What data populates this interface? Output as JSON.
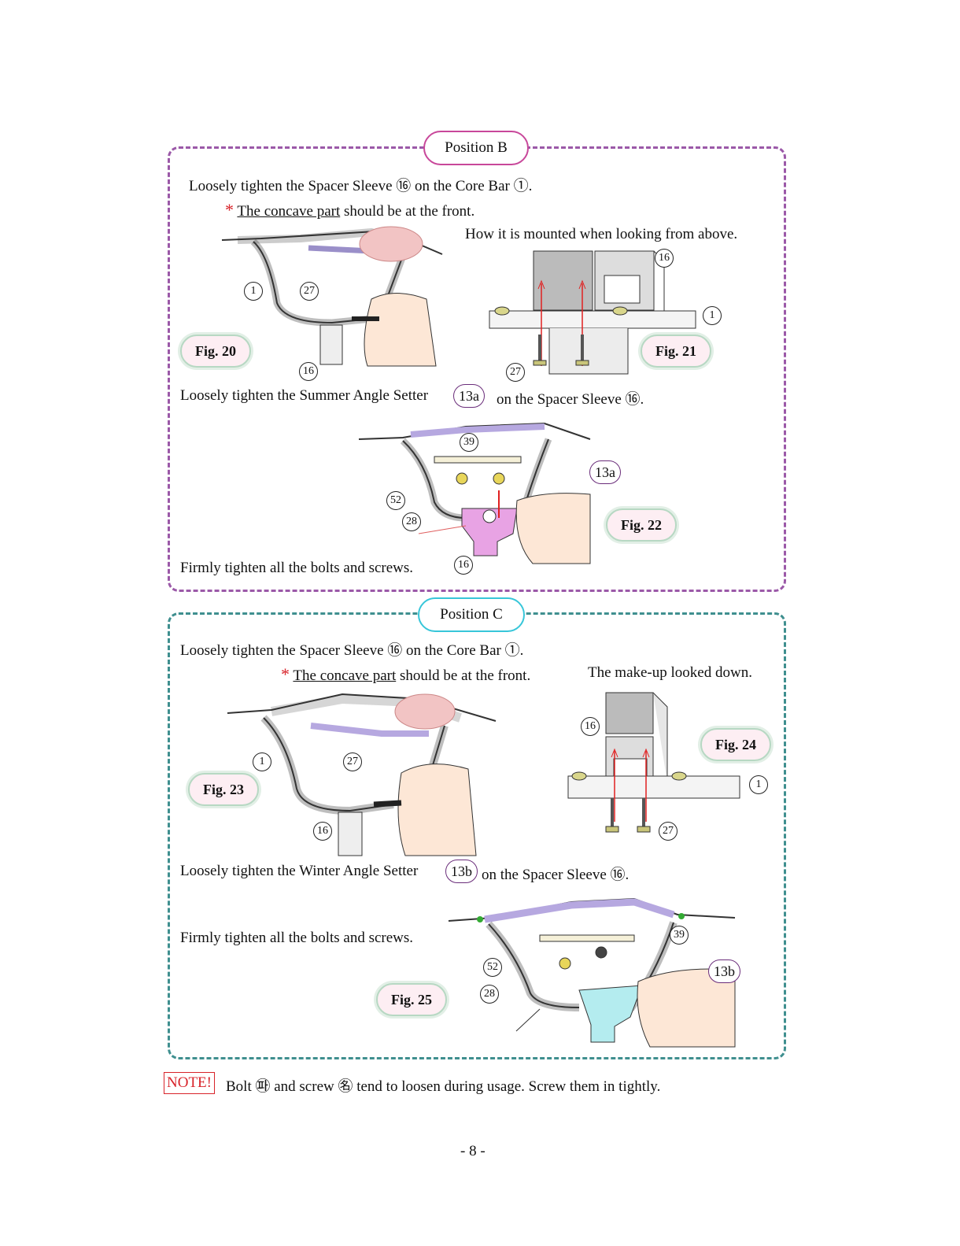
{
  "position_b": {
    "title": "Position B",
    "step1": "Loosely tighten the Spacer Sleeve ⑯ on the Core Bar ①.",
    "asterisk": "*",
    "concave": "The concave part",
    "concave_rest": " should be at the front.",
    "view_caption": "How it is mounted when looking from above.",
    "fig20": "Fig. 20",
    "fig21": "Fig. 21",
    "step2_a": "Loosely tighten the Summer Angle Setter",
    "step2_part": "13a",
    "step2_b": "on the Spacer Sleeve ⑯.",
    "fig22": "Fig. 22",
    "step3": "Firmly tighten all the bolts and screws.",
    "labels": {
      "l1": "1",
      "l27": "27",
      "l16": "16",
      "l39": "39",
      "l52": "52",
      "l28": "28",
      "l13a": "13a"
    }
  },
  "position_c": {
    "title": "Position C",
    "step1": "Loosely tighten the Spacer Sleeve ⑯ on the Core Bar ①.",
    "asterisk": "*",
    "concave": "The concave part",
    "concave_rest": " should be at the front.",
    "view_caption": "The make-up looked down.",
    "fig23": "Fig. 23",
    "fig24": "Fig. 24",
    "step2_a": "Loosely tighten the Winter Angle Setter",
    "step2_part": "13b",
    "step2_b": "on the Spacer Sleeve ⑯.",
    "step3": "Firmly tighten all the bolts and screws.",
    "fig25": "Fig. 25",
    "labels": {
      "l1": "1",
      "l27": "27",
      "l16": "16",
      "l39": "39",
      "l52": "52",
      "l28": "28",
      "l13b": "13b"
    }
  },
  "note": {
    "badge": "NOTE!",
    "text": "Bolt ㉺ and screw ㊔ tend to loosen during usage. Screw them in tightly."
  },
  "page_number": "- 8 -",
  "colors": {
    "position_b_border": "#9b59a8",
    "position_c_border": "#3f8f8f",
    "note_red": "#d8232a"
  }
}
